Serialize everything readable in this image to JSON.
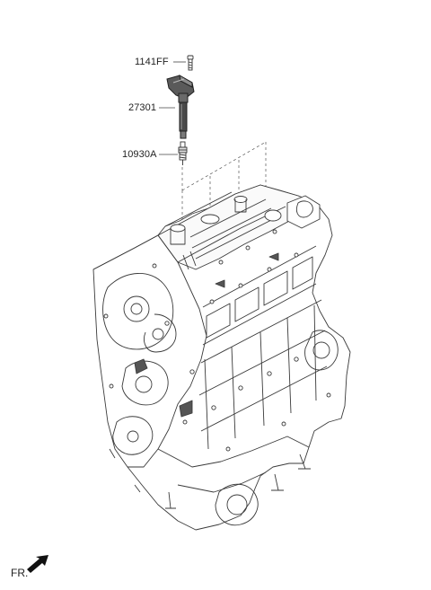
{
  "parts": [
    {
      "id": "bolt",
      "number": "1141FF",
      "icon": "bolt-icon"
    },
    {
      "id": "coil",
      "number": "27301",
      "icon": "ignition-coil-icon"
    },
    {
      "id": "plug",
      "number": "10930A",
      "icon": "spark-plug-icon"
    }
  ],
  "front_marker": {
    "label": "FR.",
    "icon": "front-arrow-icon"
  },
  "drawing": {
    "subject": "engine-block-icon",
    "line_color": "#3a3a3a"
  }
}
